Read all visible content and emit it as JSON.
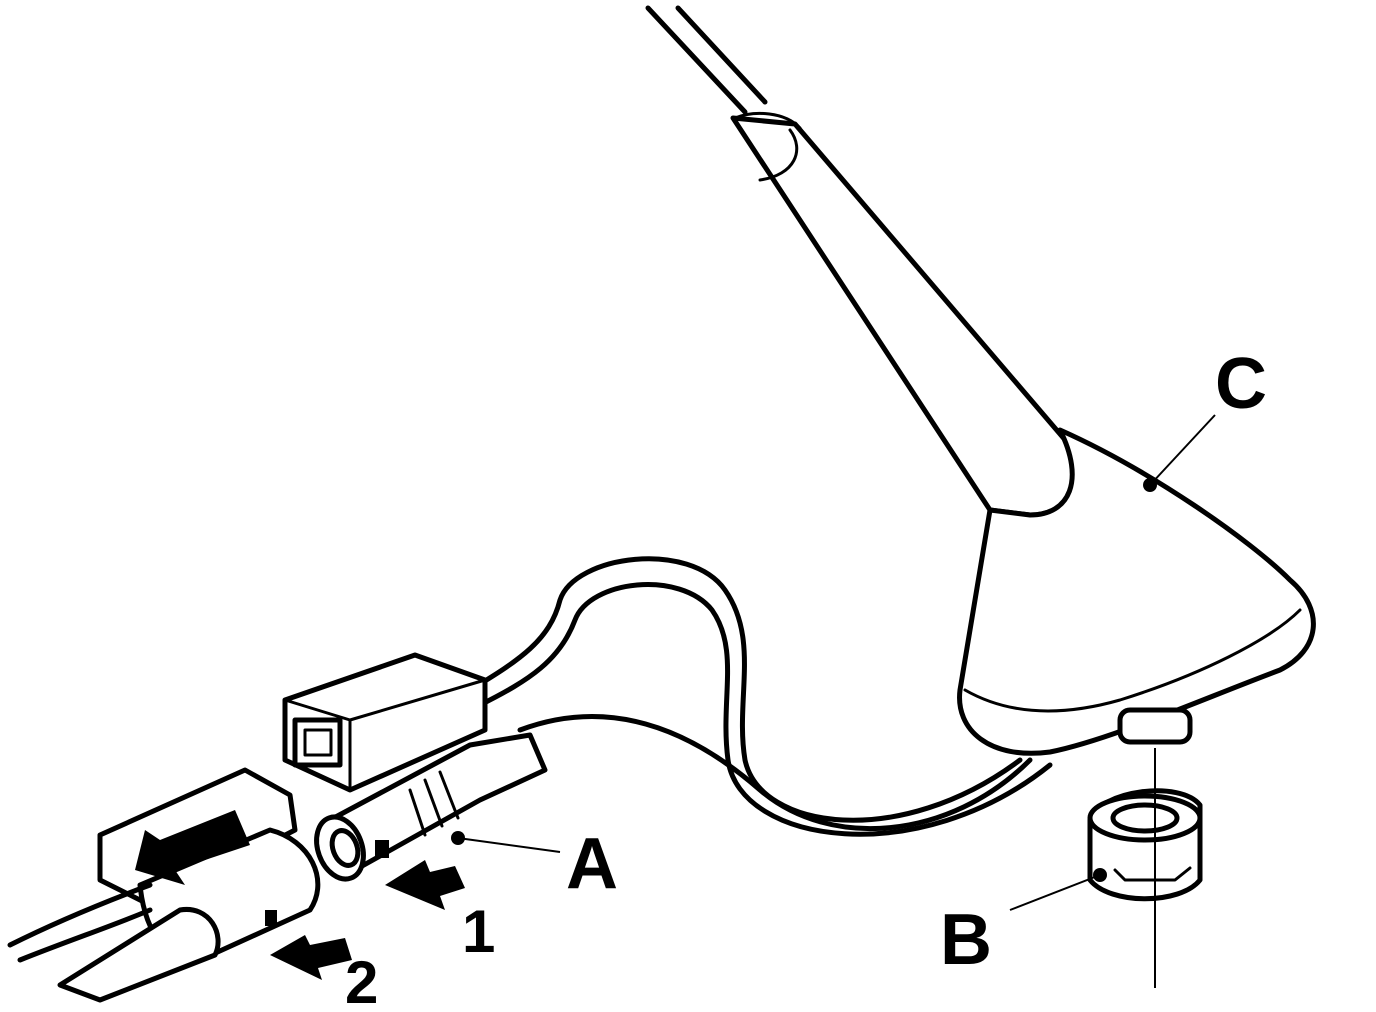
{
  "callouts": {
    "A": "A",
    "B": "B",
    "C": "C",
    "step1": "1",
    "step2": "2"
  },
  "icons": [
    "antenna-mast",
    "antenna-base",
    "mounting-nut",
    "coax-connector",
    "release-arrow",
    "push-arrow"
  ]
}
